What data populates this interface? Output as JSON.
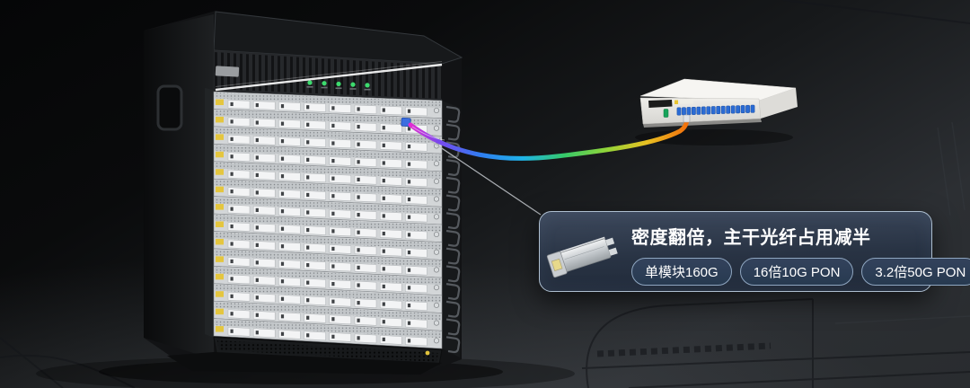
{
  "info_card": {
    "title": "密度翻倍，主干光纤占用减半",
    "badges": [
      "单模块160G",
      "16倍10G PON",
      "3.2倍50G PON"
    ],
    "icon": "optical-transceiver-module"
  },
  "chassis": {
    "slot_rows": 14,
    "modules_per_row": 8,
    "led_count": 5
  },
  "splitter_box": {
    "blue_port_count": 16,
    "green_port_count": 1
  },
  "colors": {
    "background_dark": "#0a0b0c",
    "background_floor": "#2c2f33",
    "card_border": "#aebfd0",
    "badge_border": "#8fa6c0",
    "badge_bg_top": "#33425c",
    "badge_bg_bot": "#273a50",
    "led_green": "#3ddb6e",
    "slot_label_yellow": "#e4c63f",
    "blue_port": "#2a6bd4",
    "green_port": "#17a35a",
    "cable_gradient": [
      "#e52bd0",
      "#7a48ee",
      "#2f7df0",
      "#1fb4e8",
      "#35c96a",
      "#8fd53a",
      "#e8c122",
      "#f2700c"
    ]
  }
}
